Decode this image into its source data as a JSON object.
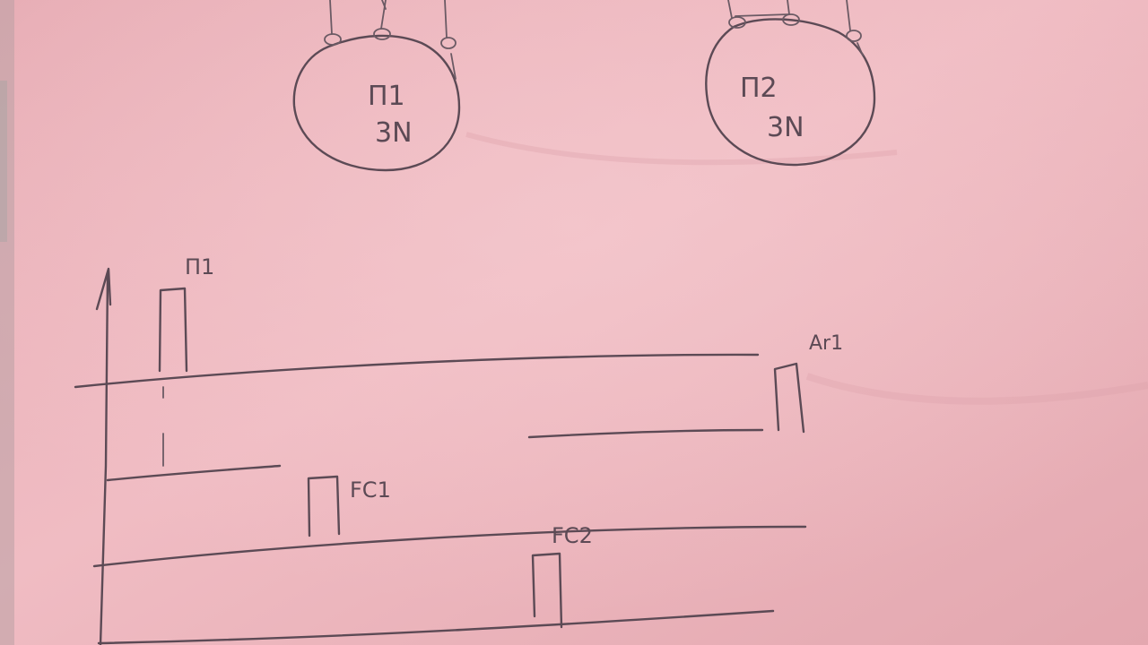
{
  "image": {
    "kind": "photo of hand-drawn sketch on pink paper",
    "colors": {
      "paper": "#ecb3ba",
      "paper_light": "#f3c3c8",
      "paper_shadow": "#d99ea6",
      "ink": "#5c4a55"
    }
  },
  "nodes": [
    {
      "id": "node-1",
      "line1": "П1",
      "line2": "3N"
    },
    {
      "id": "node-2",
      "line1": "П2",
      "line2": "3N"
    }
  ],
  "pulse_labels": {
    "p1": "П1",
    "ar1": "Ar1",
    "fc1": "FC1",
    "fc2": "FC2"
  }
}
